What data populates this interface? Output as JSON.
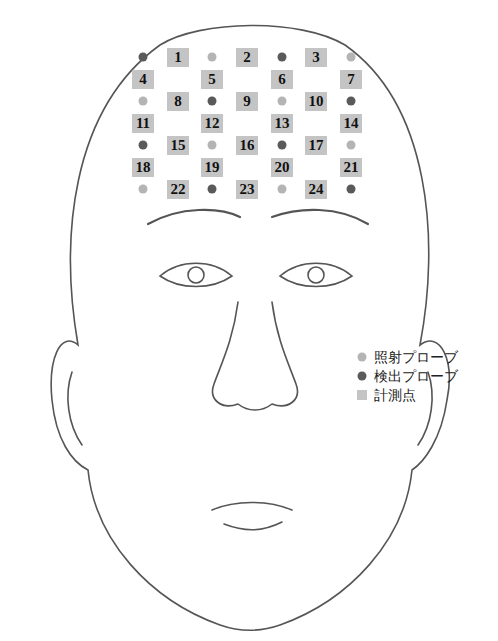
{
  "diagram": {
    "nodes": [
      {
        "text": [
          "1"
        ]
      },
      {
        "text": [
          "2"
        ]
      },
      {
        "text": [
          "3"
        ]
      },
      {
        "text": [
          "4"
        ]
      },
      {
        "text": [
          "5"
        ]
      },
      {
        "text": [
          "6"
        ]
      },
      {
        "text": [
          "7"
        ]
      },
      {
        "text": [
          "8"
        ]
      },
      {
        "text": [
          "9"
        ]
      },
      {
        "text": [
          "10"
        ]
      },
      {
        "text": [
          "11"
        ]
      },
      {
        "text": [
          "12"
        ]
      },
      {
        "text": [
          "13"
        ]
      },
      {
        "text": [
          "14"
        ]
      },
      {
        "text": [
          "15"
        ]
      },
      {
        "text": [
          "16"
        ]
      },
      {
        "text": [
          "17"
        ]
      },
      {
        "text": [
          "18"
        ]
      },
      {
        "text": [
          "19"
        ]
      },
      {
        "text": [
          "20"
        ]
      },
      {
        "text": [
          "21"
        ]
      },
      {
        "text": [
          "22"
        ]
      },
      {
        "text": [
          "23"
        ]
      },
      {
        "text": [
          "24"
        ]
      }
    ],
    "legend": [
      {
        "text": "照射プローブ",
        "color": "#b4b4b4"
      },
      {
        "text": "検出プローブ",
        "color": "#5a5a5a"
      },
      {
        "text": "計測点",
        "color": "#c4c4c4"
      }
    ]
  }
}
